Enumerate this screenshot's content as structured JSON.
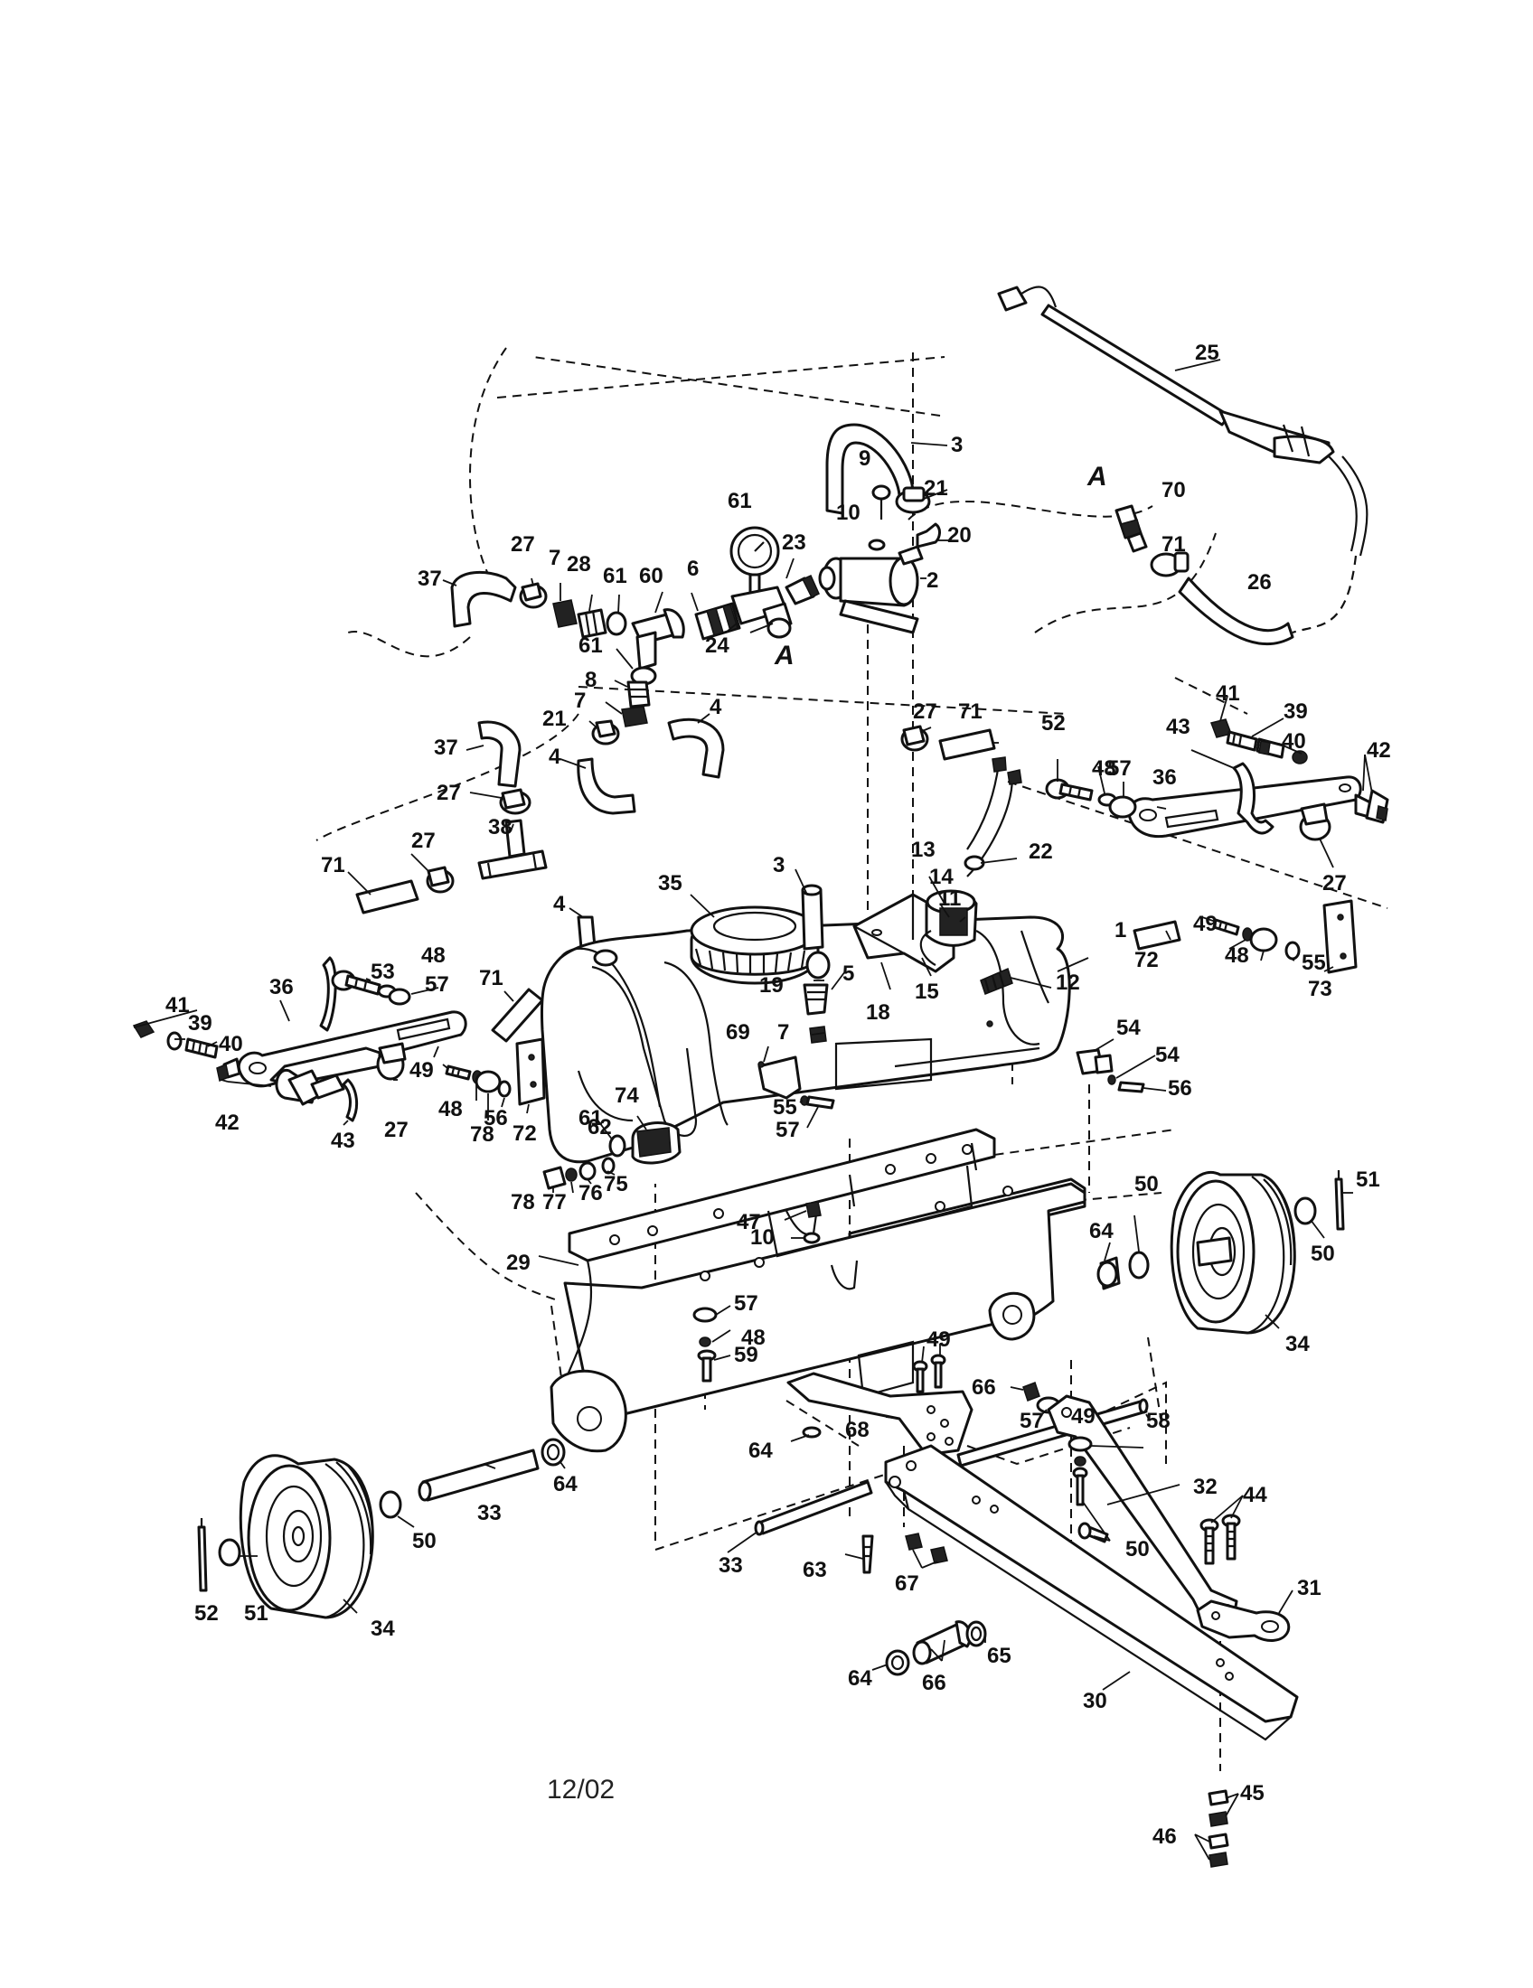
{
  "diagram": {
    "footer_date": "12/02",
    "view_markers": [
      "A",
      "A"
    ],
    "callouts": [
      "1",
      "2",
      "3",
      "3",
      "4",
      "4",
      "4",
      "5",
      "6",
      "7",
      "7",
      "7",
      "8",
      "9",
      "10",
      "10",
      "11",
      "12",
      "13",
      "14",
      "15",
      "18",
      "19",
      "20",
      "21",
      "21",
      "22",
      "23",
      "24",
      "25",
      "26",
      "27",
      "27",
      "27",
      "27",
      "27",
      "27",
      "28",
      "29",
      "30",
      "31",
      "32",
      "33",
      "33",
      "34",
      "34",
      "35",
      "36",
      "36",
      "37",
      "37",
      "38",
      "39",
      "39",
      "40",
      "40",
      "41",
      "41",
      "42",
      "42",
      "43",
      "43",
      "44",
      "45",
      "46",
      "47",
      "48",
      "48",
      "48",
      "48",
      "48",
      "49",
      "49",
      "49",
      "49",
      "50",
      "50",
      "50",
      "50",
      "51",
      "51",
      "52",
      "52",
      "53",
      "54",
      "54",
      "55",
      "55",
      "56",
      "56",
      "57",
      "57",
      "57",
      "57",
      "57",
      "58",
      "59",
      "60",
      "61",
      "61",
      "61",
      "61",
      "62",
      "63",
      "64",
      "64",
      "64",
      "64",
      "65",
      "66",
      "66",
      "67",
      "68",
      "69",
      "70",
      "71",
      "71",
      "71",
      "71",
      "72",
      "72",
      "73",
      "74",
      "75",
      "76",
      "77",
      "78",
      "78"
    ]
  }
}
